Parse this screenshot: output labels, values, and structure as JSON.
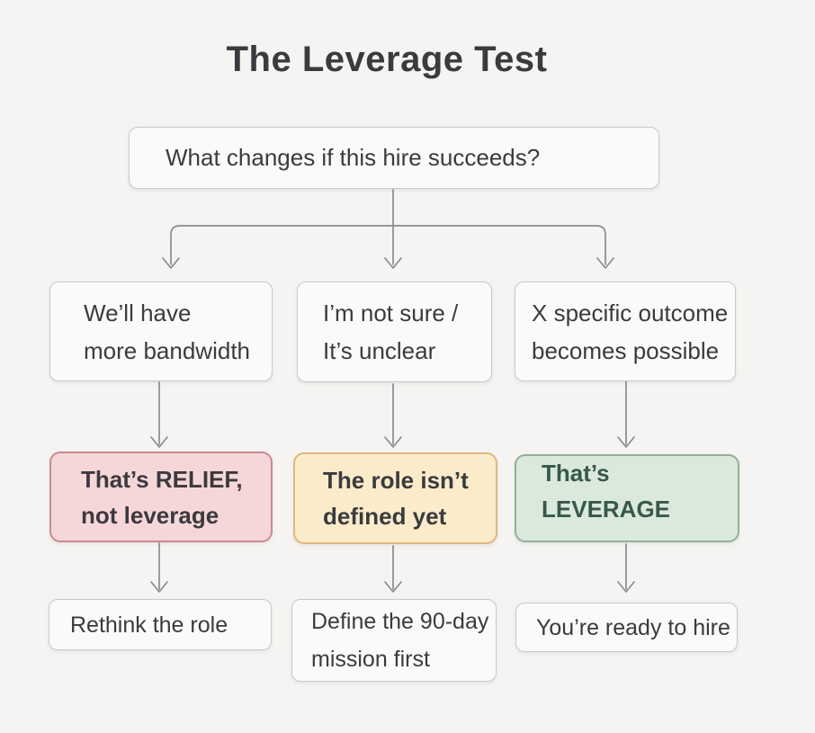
{
  "title": "The Leverage Test",
  "root": {
    "question": "What changes if this hire succeeds?"
  },
  "columns": [
    {
      "answer": {
        "line1": "We’ll have",
        "line2": "more bandwidth"
      },
      "verdict": {
        "line1": "That’s RELIEF,",
        "line2": "not leverage"
      },
      "action": {
        "line1": "Rethink the role",
        "line2": ""
      }
    },
    {
      "answer": {
        "line1": "I’m not sure /",
        "line2": "It’s unclear"
      },
      "verdict": {
        "line1": "The role isn’t",
        "line2": "defined yet"
      },
      "action": {
        "line1": "Define the 90-day",
        "line2": "mission first"
      }
    },
    {
      "answer": {
        "line1": "X specific outcome",
        "line2": "becomes possible"
      },
      "verdict": {
        "line1": "That’s LEVERAGE",
        "line2": ""
      },
      "action": {
        "line1": "You’re ready to hire",
        "line2": ""
      }
    }
  ],
  "colors": {
    "background": "#f6f4f2",
    "plain_box_fill": "#fbfaf9",
    "plain_box_border": "#c9c8cd",
    "text": "#3b3a3e",
    "arrow": "#8b8b93",
    "relief_fill": "#f6d7d9",
    "relief_border": "#cd8890",
    "undefined_fill": "#faeccb",
    "undefined_border": "#ddb87e",
    "leverage_fill": "#dbe9dc",
    "leverage_border": "#93ae99",
    "leverage_text": "#36584a"
  }
}
